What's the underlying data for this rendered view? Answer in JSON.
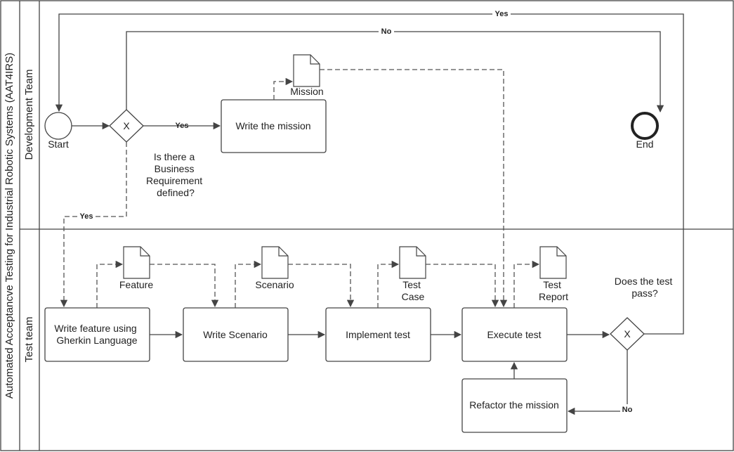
{
  "pool": {
    "title": "Automated Acceptancve Testing for Industrial Robotic Systems (AAT4IRS)"
  },
  "lanes": {
    "development": "Development Team",
    "test": "Test team"
  },
  "events": {
    "start": "Start",
    "end": "End"
  },
  "gateways": {
    "business_req": "X",
    "test_pass": "X"
  },
  "questions": {
    "business_req": [
      "Is there a",
      "Business",
      "Requirement",
      "defined?"
    ],
    "test_pass": [
      "Does the test",
      "pass?"
    ]
  },
  "tasks": {
    "write_mission": "Write the mission",
    "write_feature": [
      "Write feature using",
      "Gherkin Language"
    ],
    "write_scenario": "Write Scenario",
    "implement_test": "Implement test",
    "execute_test": "Execute test",
    "refactor_mission": "Refactor the mission"
  },
  "artifacts": {
    "mission": [
      "Mission"
    ],
    "feature": [
      "Feature"
    ],
    "scenario": [
      "Scenario"
    ],
    "test_case": [
      "Test",
      "Case"
    ],
    "test_report": [
      "Test",
      "Report"
    ]
  },
  "flow_labels": {
    "top_yes": "Yes",
    "top_no": "No",
    "to_mission_yes": "Yes",
    "to_feature_yes": "Yes",
    "refactor_no": "No"
  },
  "colors": {
    "stroke": "#444444",
    "background": "#ffffff"
  }
}
